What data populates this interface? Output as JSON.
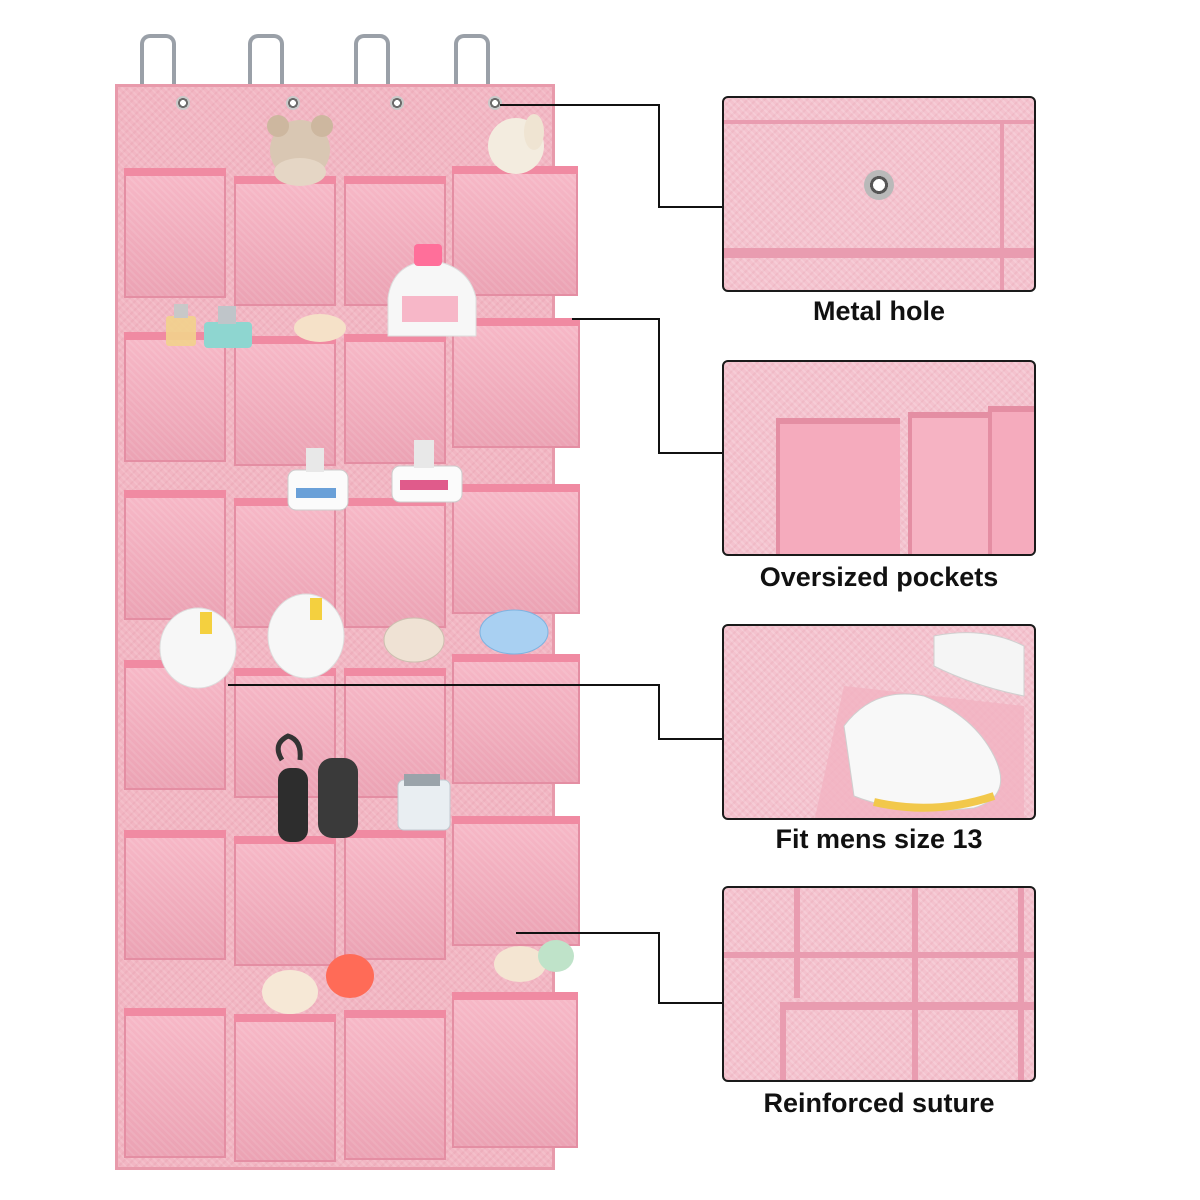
{
  "captions": {
    "metal_hole": "Metal hole",
    "oversized_pockets": "Oversized pockets",
    "fit_mens_size": "Fit mens size 13",
    "reinforced_suture": "Reinforced suture"
  },
  "organizer": {
    "rows": 6,
    "columns": 4,
    "hooks": 4,
    "grommets": 4,
    "color": "#f2b6c3",
    "trim_color": "#e89aab"
  },
  "colors": {
    "pocket": "#f5a9bb",
    "line": "#111111",
    "panel_border": "#1a1a1a",
    "hook": "#9aa0a8"
  }
}
